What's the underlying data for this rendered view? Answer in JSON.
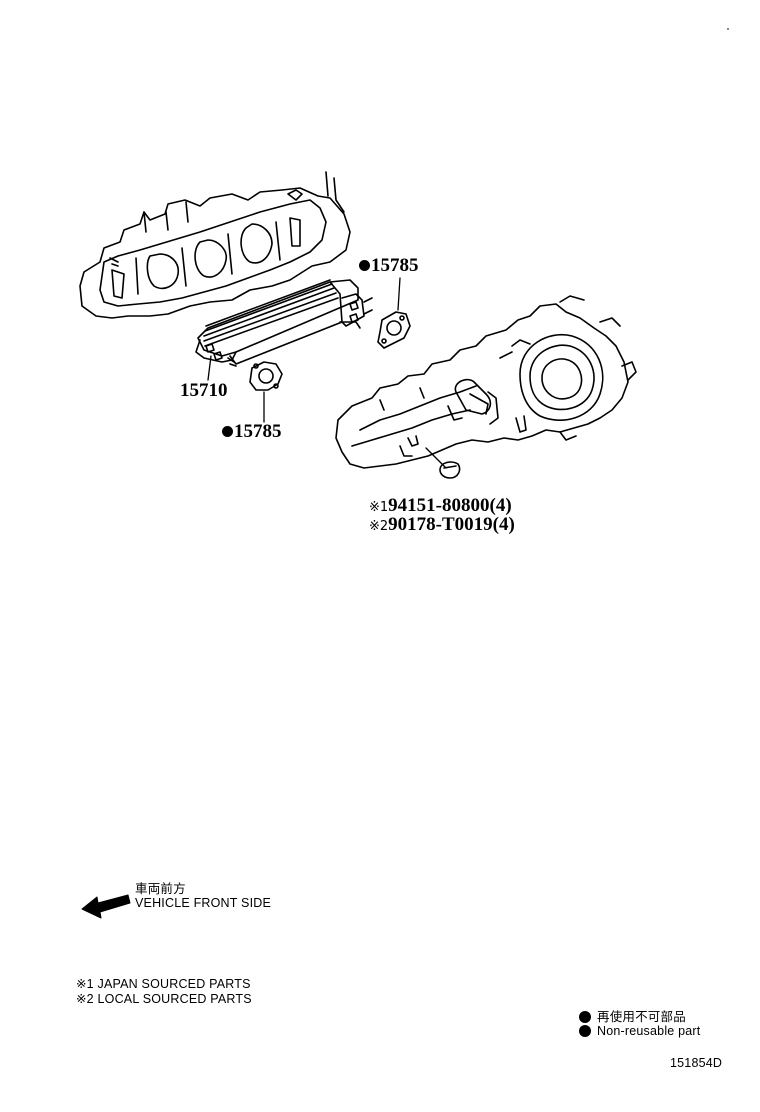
{
  "callouts": {
    "gasket_upper": "15785",
    "oil_cooler": "15710",
    "gasket_lower": "15785",
    "part_japan": "94151-80800(4)",
    "part_local": "90178-T0019(4)",
    "mark_1": "※1",
    "mark_2": "※2"
  },
  "direction": {
    "jp": "車両前方",
    "en": "VEHICLE FRONT SIDE"
  },
  "notes": {
    "japan": "※1 JAPAN SOURCED PARTS",
    "local": "※2 LOCAL SOURCED PARTS"
  },
  "legend": {
    "jp": "再使用不可部品",
    "en": "Non-reusable part"
  },
  "figure_id": "151854D"
}
